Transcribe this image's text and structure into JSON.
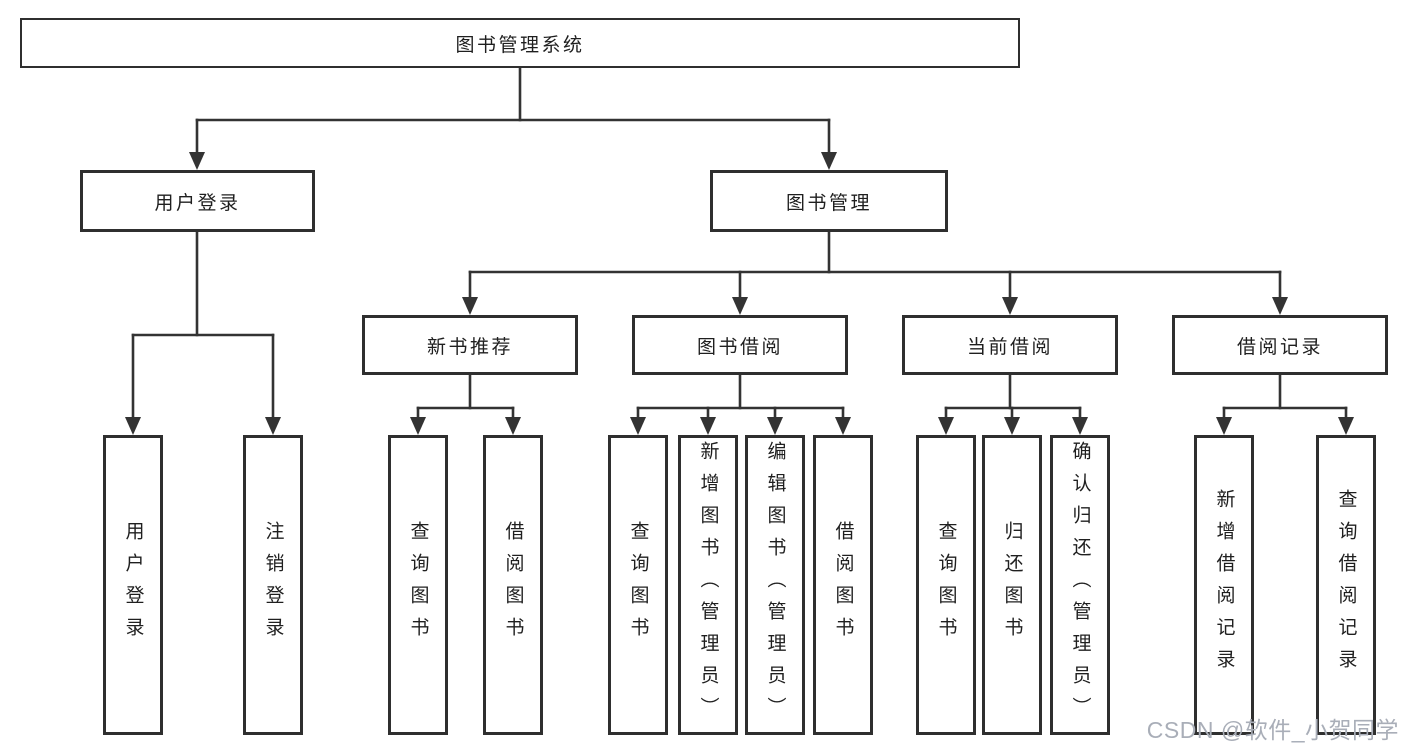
{
  "tree": {
    "root": "图书管理系统",
    "branches": [
      {
        "label": "用户登录",
        "leaves": [
          {
            "label": "用户登录"
          },
          {
            "label": "注销登录"
          }
        ]
      },
      {
        "label": "图书管理",
        "sections": [
          {
            "label": "新书推荐",
            "leaves": [
              {
                "label": "查询图书"
              },
              {
                "label": "借阅图书"
              }
            ]
          },
          {
            "label": "图书借阅",
            "leaves": [
              {
                "label": "查询图书"
              },
              {
                "label": "新增图书（管理员）"
              },
              {
                "label": "编辑图书（管理员）"
              },
              {
                "label": "借阅图书"
              }
            ]
          },
          {
            "label": "当前借阅",
            "leaves": [
              {
                "label": "查询图书"
              },
              {
                "label": "归还图书"
              },
              {
                "label": "确认归还（管理员）"
              }
            ]
          },
          {
            "label": "借阅记录",
            "leaves": [
              {
                "label": "新增借阅记录"
              },
              {
                "label": "查询借阅记录"
              }
            ]
          }
        ]
      }
    ]
  },
  "watermark": "CSDN @软件_小贺同学",
  "colors": {
    "line": "#333333",
    "box_border": "#2f2f2f",
    "box_fill": "#ffffff",
    "text": "#1f1f1f",
    "watermark": "#a9aeb8"
  }
}
